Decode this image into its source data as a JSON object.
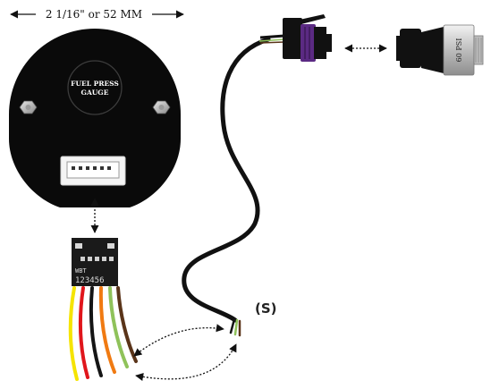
{
  "dimension_label": "2 1/16\" or 52 MM",
  "gauge": {
    "line1": "FUEL PRESS",
    "line2": "GAUGE"
  },
  "sensor": {
    "label": "60 PSI"
  },
  "signal_label": "(S)",
  "harness": {
    "tag": "WBT",
    "pins": "123456"
  },
  "wire_colors": [
    "#f5e400",
    "#e0161c",
    "#151515",
    "#f07a12",
    "#8fc25a",
    "#5a3419"
  ],
  "sensor_wire_colors": [
    "#151515",
    "#8fc25a",
    "#5a3419"
  ],
  "connector_color": "#5b2a83"
}
